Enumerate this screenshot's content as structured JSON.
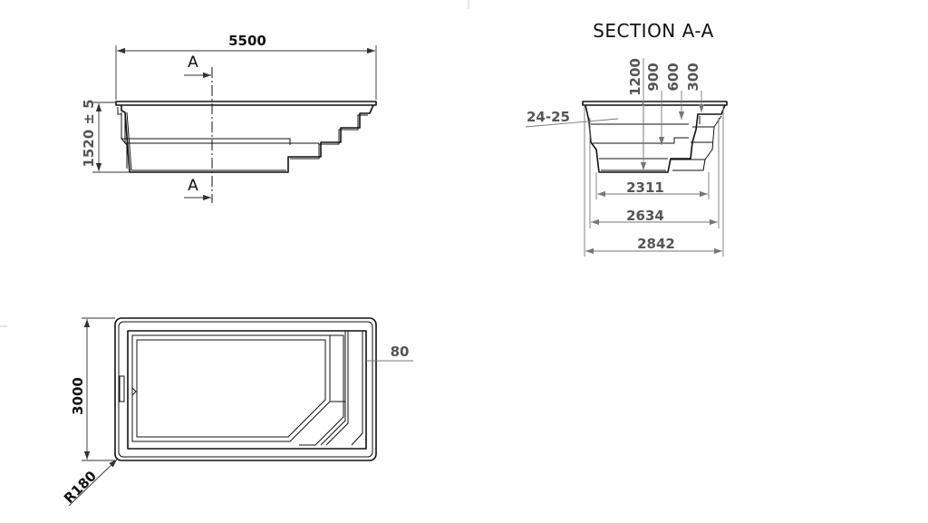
{
  "side_view": {
    "length_label": "5500",
    "height_label": "1520 ± 5",
    "section_mark_top": "A",
    "section_mark_bottom": "A"
  },
  "section_view": {
    "title": "SECTION A-A",
    "slope_label": "24-25",
    "depth_labels": [
      "1200",
      "900",
      "600",
      "300"
    ],
    "width_labels": [
      "2311",
      "2634",
      "2842"
    ]
  },
  "plan_view": {
    "width_label": "3000",
    "radius_label": "R180",
    "rim_label": "80"
  }
}
